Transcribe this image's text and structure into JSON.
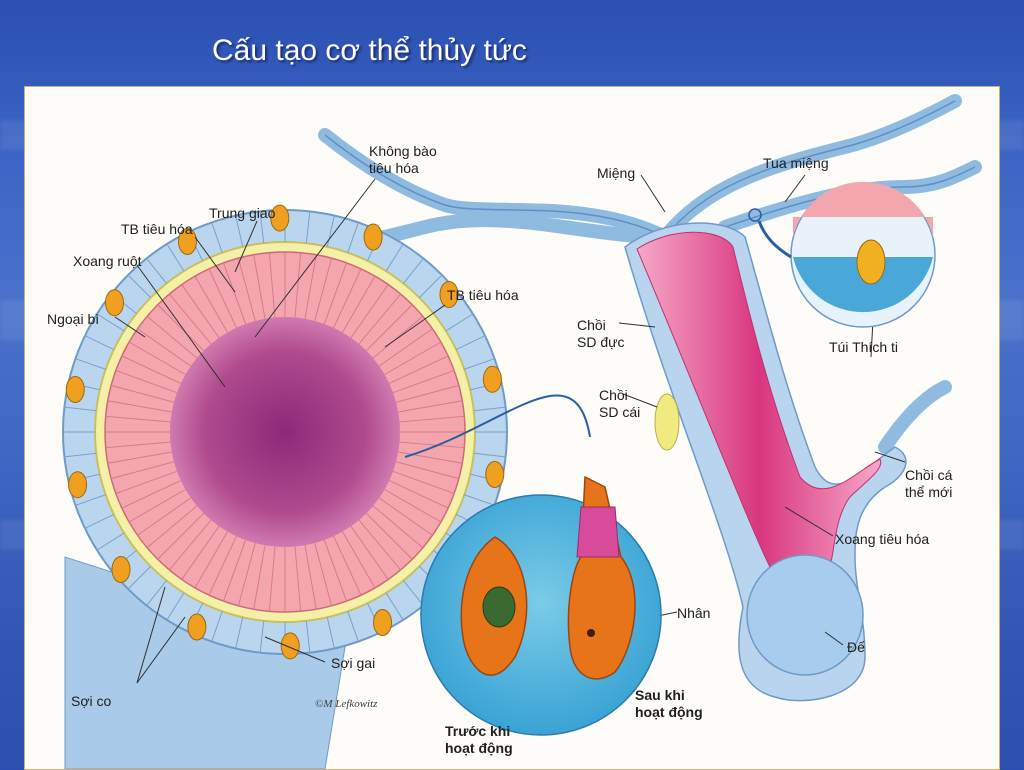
{
  "title": "Cấu tạo cơ thể thủy tức",
  "colors": {
    "ectoderm": "#bcd6ee",
    "endoderm": "#f2a0a8",
    "mesoglea": "#f6f2a8",
    "cavity": "#b04a8e",
    "body_pink": "#e8549a",
    "cnidocyte": "#f0a020",
    "nematocyst_orange": "#e8741a",
    "lens_bg": "#58b8e0"
  },
  "labels": {
    "khong_bao": [
      "Không bào",
      "tiêu hóa"
    ],
    "trung_giao": "Trung giao",
    "tb_tieu_hoa_left": "TB tiêu hóa",
    "xoang_ruot": "Xoang ruột",
    "ngoai_bi": "Ngoại bì",
    "tb_tieu_hoa_right": "TB tiêu hóa",
    "soi_gai": "Sợi gai",
    "soi_co": "Sợi co",
    "truoc_khi": [
      "Trước khi",
      "hoạt động"
    ],
    "sau_khi": [
      "Sau khi",
      "hoạt động"
    ],
    "nhan": "Nhân",
    "mieng": "Miệng",
    "tua_mieng": "Tua miệng",
    "tui_thich_ti": "Túi Thích ti",
    "choi_sd_duc": [
      "Chồi",
      "SD đực"
    ],
    "choi_sd_cai": [
      "Chồi",
      "SD cái"
    ],
    "choi_ca_the_moi": [
      "Chồi cá",
      "thể mới"
    ],
    "xoang_tieu_hoa": "Xoang tiêu hóa",
    "de": "Đế"
  },
  "signature": "©M Lefkowitz"
}
